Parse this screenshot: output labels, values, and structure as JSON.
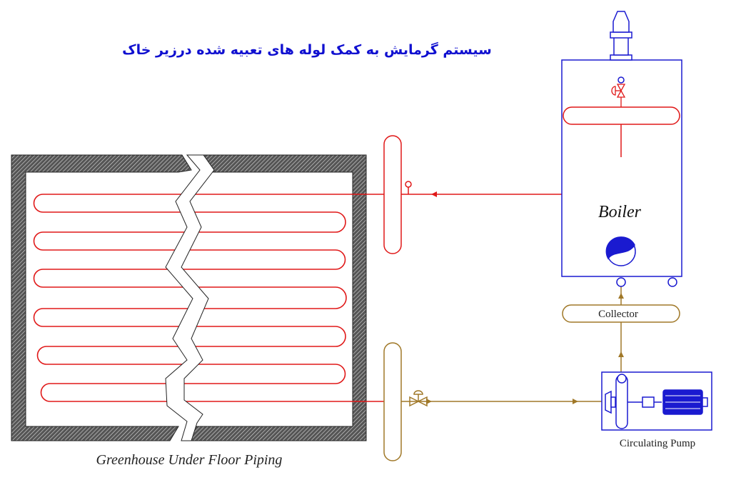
{
  "title": "سیستم گرمایش  به کمک لوله های تعبیه شده درزیر خاک",
  "labels": {
    "boiler": "Boiler",
    "collector": "Collector",
    "pump": "Circulating Pump",
    "greenhouse": "Greenhouse Under Floor Piping"
  },
  "colors": {
    "supply": "#e01818",
    "return": "#a07828",
    "equipment": "#1a1ad0",
    "title": "#1010d0"
  }
}
